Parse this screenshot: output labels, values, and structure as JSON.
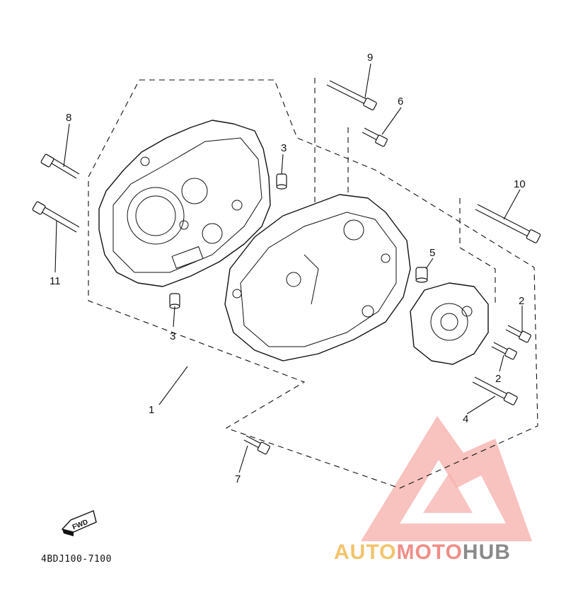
{
  "diagram": {
    "part_number_code": "4BDJ100-7100",
    "fwd_label": "FWD",
    "callouts": [
      {
        "id": "c9",
        "label": "9"
      },
      {
        "id": "c6",
        "label": "6"
      },
      {
        "id": "c8",
        "label": "8"
      },
      {
        "id": "c3a",
        "label": "3"
      },
      {
        "id": "c10",
        "label": "10"
      },
      {
        "id": "c5",
        "label": "5"
      },
      {
        "id": "c11",
        "label": "11"
      },
      {
        "id": "c3b",
        "label": "3"
      },
      {
        "id": "c2a",
        "label": "2"
      },
      {
        "id": "c2b",
        "label": "2"
      },
      {
        "id": "c1",
        "label": "1"
      },
      {
        "id": "c4",
        "label": "4"
      },
      {
        "id": "c7",
        "label": "7"
      }
    ]
  },
  "watermark": {
    "word_part1": "AUTO",
    "word_part2": "MOTO",
    "word_part3": "HUB",
    "colors": {
      "auto": "#f2c46b",
      "moto": "#f08e87",
      "hub": "#8a8a8a",
      "logo": "#f4a09a"
    }
  }
}
